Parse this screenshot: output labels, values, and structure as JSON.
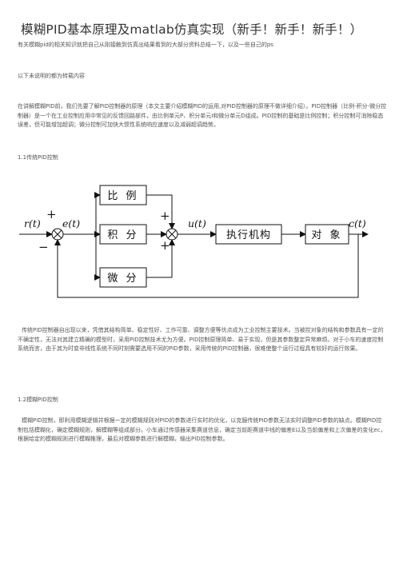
{
  "title": "模糊PID基本原理及matlab仿真实现（新手！新手！新手！）",
  "intro": "有关模糊pid的相关知识就把自己从刚接触到仿真出结果看到的大部分资料总结一下，以及一些自己的ps",
  "note": "以下未说明的都为转载内容",
  "para1": "在讲解模糊PID前，我们先要了解PID控制器的原理（本文主要介绍模糊PID的运用,对PID控制器的原理不做详细介绍）。PID控制器（比例-积分-微分控制器）是一个在工业控制应用中常见的反馈回路部件，由比例单元P、积分单元I和微分单元D组成。PID控制的基础是比例控制；积分控制可消除稳态误差，但可能增加超调；微分控制可加快大惯性系统响应速度以及减弱超调趋势。",
  "section1": "1.1传统PID控制",
  "diagram": {
    "blocks": {
      "proportional": "比 例",
      "integral": "积 分",
      "derivative": "微 分",
      "actuator": "执行机构",
      "plant": "对 象"
    },
    "signals": {
      "r": "r(t)",
      "e": "e(t)",
      "u": "u(t)",
      "c": "c(t)"
    },
    "signs": {
      "plus1": "+",
      "minus": "−",
      "plus2": "+",
      "plus3": "+"
    }
  },
  "para2": "传统PID控制器自出现以来，凭借其结构简单、稳定性好、工作可靠、调整方便等优点成为工业控制主要技术。当被控对象的结构和参数具有一定的不确定性，无法对其建立精确的模型时，采用PID控制技术尤为方便。PID控制原理简单、易于实现，但是其参数整定异常麻烦。对于小车的速度控制系统而言，由于其为时变非线性系统不同时刻需要选用不同的PID参数，采用传统的PID控制器，很难使整个运行过程具有较好的运行效果。",
  "section2": "1.2模糊PID控制",
  "para3": "模糊PID控制，即利用模糊逻辑并根据一定的模糊规则对PID的参数进行实时的优化，以克服传统PID参数无法实时调整PID参数的缺点。模糊PID控制包括模糊化，确定模糊规则，解模糊等组成部分。小车通过传感器采集赛道信息，确定当前距赛道中线的偏差E以及当前偏差和上次偏差的变化ec，根据给定的模糊规则进行模糊推理，最后对模糊参数进行解模糊，输出PID控制参数。"
}
